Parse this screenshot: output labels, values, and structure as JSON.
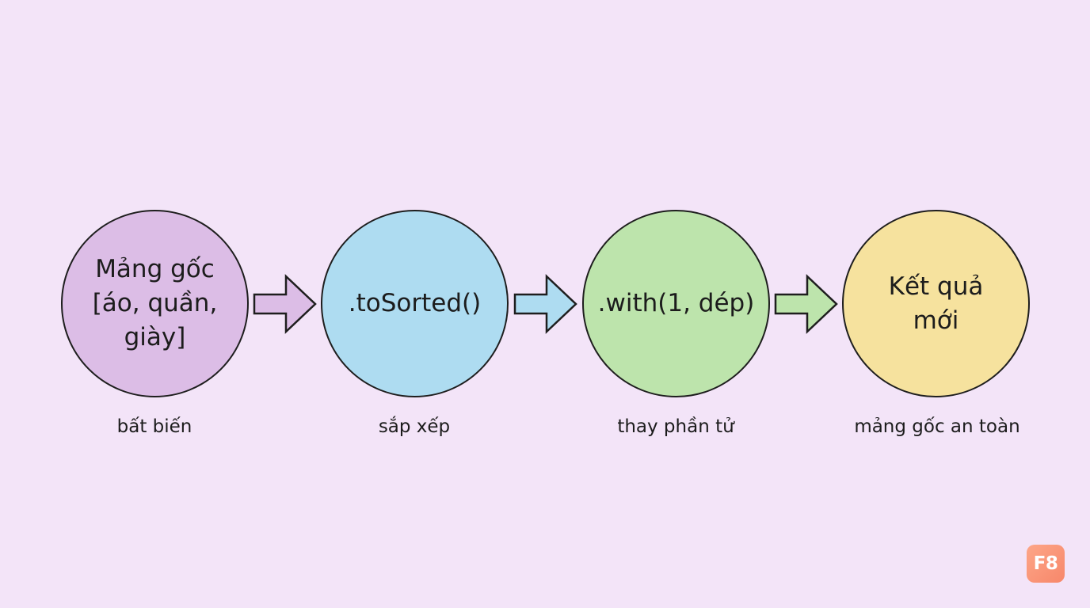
{
  "nodes": [
    {
      "label": "Mảng gốc\n[áo, quần,\ngiày]",
      "caption": "bất biến",
      "fill": "#dcbde6"
    },
    {
      "label": ".toSorted()",
      "caption": "sắp xếp",
      "fill": "#aedcf1"
    },
    {
      "label": ".with(1, dép)",
      "caption": "thay phần tử",
      "fill": "#bde4ac"
    },
    {
      "label": "Kết quả\nmới",
      "caption": "mảng gốc an toàn",
      "fill": "#f6e29e"
    }
  ],
  "arrows": [
    {
      "fill": "#dcbde6"
    },
    {
      "fill": "#aedcf1"
    },
    {
      "fill": "#bde4ac"
    }
  ],
  "logo": {
    "text": "F8"
  }
}
